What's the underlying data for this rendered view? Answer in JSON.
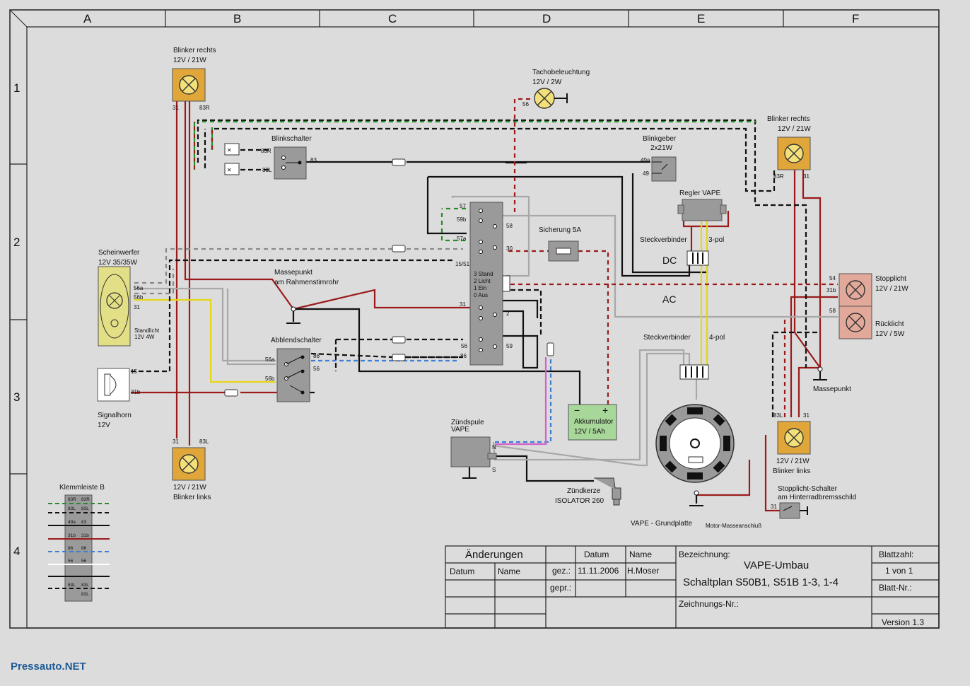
{
  "colors": {
    "paper": "#dcdcdc",
    "lamp": "#e0a63a",
    "lampCross": "#f3e07a",
    "headlight": "#e2df86",
    "brake": "#e2a89a",
    "battery": "#a8d79a",
    "relay": "#9a9a9a",
    "wire_red": "#9b1b1b",
    "wire_black": "#111111",
    "wire_grey": "#a8a8a8",
    "wire_yellow": "#e6d619",
    "wire_green": "#2b8a2b",
    "wire_blue": "#3b7fd6",
    "wire_pink": "#d55fc9"
  },
  "frame": {
    "cols": [
      "A",
      "B",
      "C",
      "D",
      "E",
      "F"
    ],
    "rows": [
      "1",
      "2",
      "3",
      "4"
    ]
  },
  "components": {
    "blinker_rechts_left": {
      "title": "Blinker rechts",
      "spec": "12V / 21W",
      "pin_a": "31",
      "pin_b": "83R"
    },
    "blinker_links_left": {
      "spec": "12V / 21W",
      "title": "Blinker links",
      "pin_a": "31",
      "pin_b": "83L"
    },
    "blinker_rechts_right": {
      "title": "Blinker rechts",
      "spec": "12V / 21W",
      "pin_a": "83R",
      "pin_b": "31"
    },
    "blinker_links_right": {
      "spec": "12V / 21W",
      "title": "Blinker links",
      "pin_a": "83L",
      "pin_b": "31"
    },
    "blinkschalter": {
      "title": "Blinkschalter",
      "pin_r": "83R",
      "pin_l": "83L",
      "pin_out": "83"
    },
    "tacho": {
      "title": "Tachobeleuchtung",
      "spec": "12V / 2W",
      "pin": "56"
    },
    "blinkgeber": {
      "title": "Blinkgeber",
      "spec": "2x21W",
      "pin_a": "49a",
      "pin_b": "49"
    },
    "regler": {
      "title": "Regler  VAPE"
    },
    "steckverbinder_3pol": {
      "title": "Steckverbinder",
      "spec": "3-pol",
      "dc": "DC",
      "ac": "AC"
    },
    "sicherung": {
      "title": "Sicherung  5A"
    },
    "scheinwerfer": {
      "title": "Scheinwerfer",
      "spec": "12V 35/35W",
      "pins": [
        "56a",
        "56b",
        "31"
      ],
      "standlicht": "Standlicht",
      "standlicht_spec": "12V 4W"
    },
    "massepunkt_left": {
      "title": "Massepunkt",
      "subtitle": "am Rahmenstirnrohr"
    },
    "zuendschloss": {
      "pins": [
        "57",
        "59b",
        "58",
        "57a",
        "30",
        "15/51",
        "31",
        "2",
        "56",
        "59",
        "86"
      ],
      "positions": [
        "3 Stand",
        "2 Licht",
        "1 Ein",
        "0 Aus"
      ]
    },
    "abblendschalter": {
      "title": "Abblendschalter",
      "pins": [
        "56a",
        "56b",
        "86",
        "56"
      ]
    },
    "signalhorn": {
      "title": "Signalhorn",
      "spec": "12V",
      "pins": [
        "15",
        "31b"
      ]
    },
    "akkumulator": {
      "title": "Akkumulator",
      "spec": "12V / 5Ah",
      "minus": "−",
      "plus": "+"
    },
    "zuendspule": {
      "title": "Zündspule",
      "subtitle": "VAPE",
      "pins": [
        "N",
        "S"
      ]
    },
    "zuendkerze": {
      "title": "Zündkerze",
      "subtitle": "ISOLATOR 260"
    },
    "steckverbinder_4pol": {
      "title": "Steckverbinder",
      "spec": "4-pol"
    },
    "grundplatte": {
      "title": "VAPE - Grundplatte",
      "masse": "Motor-Masseanschluß"
    },
    "stopplicht": {
      "title": "Stopplicht",
      "spec": "12V / 21W",
      "pins": [
        "54",
        "31b"
      ]
    },
    "ruecklicht": {
      "title": "Rücklicht",
      "spec": "12V / 5W",
      "pin": "58"
    },
    "massepunkt_right": {
      "title": "Massepunkt"
    },
    "stopplicht_schalter": {
      "title": "Stopplicht-Schalter",
      "subtitle": "am Hinterradbremsschild",
      "pin": "31"
    },
    "klemmleiste": {
      "title": "Klemmleiste B",
      "rows": [
        [
          "83R",
          "83R"
        ],
        [
          "83L",
          "83L"
        ],
        [
          "49a",
          "83"
        ],
        [
          "31b",
          "31b"
        ],
        [
          "86",
          "86"
        ],
        [
          "56",
          "56"
        ],
        [
          "83L",
          "83L"
        ],
        [
          "",
          "83L"
        ]
      ]
    }
  },
  "titleblock": {
    "aenderungen": "Änderungen",
    "datum": "Datum",
    "name": "Name",
    "gez": "gez.:",
    "gepr": "gepr.:",
    "gez_datum": "11.11.2006",
    "gez_name": "H.Moser",
    "bezeichnung_label": "Bezeichnung:",
    "bezeichnung_1": "VAPE-Umbau",
    "bezeichnung_2": "Schaltplan S50B1, S51B 1-3, 1-4",
    "zeichnungs_nr": "Zeichnungs-Nr.:",
    "blattzahl": "Blattzahl:",
    "blattzahl_val": "1 von 1",
    "blatt_nr": "Blatt-Nr.:",
    "version": "Version 1.3"
  },
  "watermark": "Pressauto.NET"
}
